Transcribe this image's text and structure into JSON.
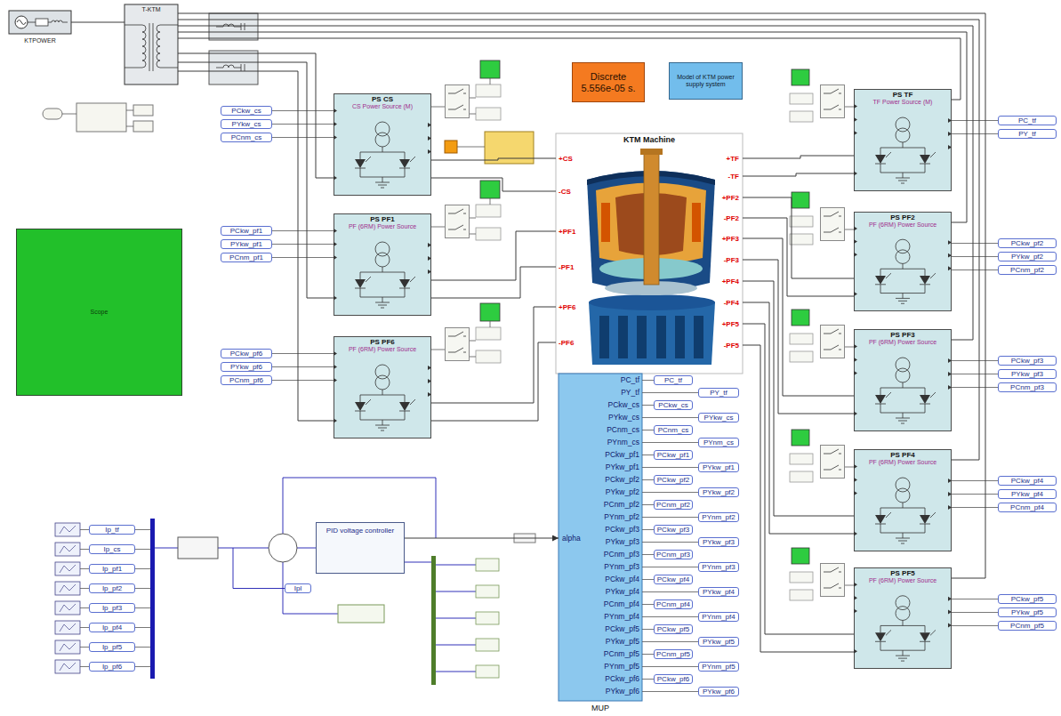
{
  "diagram": {
    "nodes": [
      {
        "text": [
          "KTPOWER"
        ]
      },
      {
        "text": [
          "T-KTM"
        ]
      },
      {
        "text": [
          "PS CS",
          "CS Power Source (M)"
        ]
      },
      {
        "text": [
          "PS PF1",
          "PF (6RM) Power Source"
        ]
      },
      {
        "text": [
          "PS PF6",
          "PF (6RM) Power Source"
        ]
      },
      {
        "text": [
          "KTM Machine"
        ]
      },
      {
        "text": [
          "PS TF",
          "TF Power Source (M)"
        ]
      },
      {
        "text": [
          "PS PF2",
          "PF (6RM) Power Source"
        ]
      },
      {
        "text": [
          "PS PF3",
          "PF (6RM) Power Source"
        ]
      },
      {
        "text": [
          "PS PF4",
          "PF (6RM) Power Source"
        ]
      },
      {
        "text": [
          "PS PF5",
          "PF (6RM) Power Source"
        ]
      },
      {
        "text": [
          "Discrete 5.556e-05 s."
        ]
      },
      {
        "text": [
          "Model of KTM power supply system"
        ]
      },
      {
        "text": [
          "Scope"
        ]
      },
      {
        "text": [
          "MUP"
        ]
      },
      {
        "text": [
          "PID voltage controller"
        ]
      }
    ],
    "edges": [
      {
        "from": 0,
        "to": 1,
        "arrow": "none"
      },
      {
        "from": 1,
        "to": 2,
        "arrow": "none"
      },
      {
        "from": 1,
        "to": 3,
        "arrow": "none"
      },
      {
        "from": 1,
        "to": 4,
        "arrow": "none"
      },
      {
        "from": 1,
        "to": 6,
        "arrow": "none"
      },
      {
        "from": 1,
        "to": 7,
        "arrow": "none"
      },
      {
        "from": 1,
        "to": 8,
        "arrow": "none"
      },
      {
        "from": 1,
        "to": 9,
        "arrow": "none"
      },
      {
        "from": 1,
        "to": 10,
        "arrow": "none"
      },
      {
        "from": 2,
        "to": 5,
        "arrow": "none"
      },
      {
        "from": 2,
        "to": 5,
        "arrow": "none"
      },
      {
        "from": 3,
        "to": 5,
        "arrow": "none"
      },
      {
        "from": 3,
        "to": 5,
        "arrow": "none"
      },
      {
        "from": 4,
        "to": 5,
        "arrow": "none"
      },
      {
        "from": 4,
        "to": 5,
        "arrow": "none"
      },
      {
        "from": 6,
        "to": 5,
        "arrow": "none"
      },
      {
        "from": 6,
        "to": 5,
        "arrow": "none"
      },
      {
        "from": 7,
        "to": 5,
        "arrow": "none"
      },
      {
        "from": 7,
        "to": 5,
        "arrow": "none"
      },
      {
        "from": 8,
        "to": 5,
        "arrow": "none"
      },
      {
        "from": 8,
        "to": 5,
        "arrow": "none"
      },
      {
        "from": 9,
        "to": 5,
        "arrow": "none"
      },
      {
        "from": 9,
        "to": 5,
        "arrow": "none"
      },
      {
        "from": 10,
        "to": 5,
        "arrow": "none"
      },
      {
        "from": 10,
        "to": 5,
        "arrow": "none"
      },
      {
        "from": 15,
        "to": 14,
        "arrow": "to"
      }
    ],
    "labels": [
      "+CS",
      "-CS",
      "+PF1",
      "-PF1",
      "+PF6",
      "-PF6",
      "+TF",
      "-TF",
      "+PF2",
      "-PF2",
      "+PF3",
      "-PF3",
      "+PF4",
      "-PF4",
      "+PF5",
      "-PF5",
      "PC_tf",
      "PY_tf",
      "PCkw_cs",
      "PYkw_cs",
      "PCnm_cs",
      "PYnm_cs",
      "PCkw_pf1",
      "PYkw_pf1",
      "PCkw_pf2",
      "PYkw_pf2",
      "PCnm_pf2",
      "PYnm_pf2",
      "PCkw_pf3",
      "PYkw_pf3",
      "PCnm_pf3",
      "PYnm_pf3",
      "PCkw_pf4",
      "PYkw_pf4",
      "PCnm_pf4",
      "PYnm_pf4",
      "PCkw_pf5",
      "PYkw_pf5",
      "PCnm_pf5",
      "PYnm_pf5",
      "PCkw_pf6",
      "PYkw_pf6",
      "alpha",
      "PC_tf",
      "PY_tf",
      "PCkw_cs",
      "PYkw_cs",
      "PCnm_cs",
      "PYnm_cs",
      "PCkw_pf1",
      "PYkw_pf1",
      "PCkw_pf2",
      "PYkw_pf2",
      "PCnm_pf2",
      "PYnm_pf2",
      "PCkw_pf3",
      "PYkw_pf3",
      "PCnm_pf3",
      "PYnm_pf3",
      "PCkw_pf4",
      "PYkw_pf4",
      "PCnm_pf4",
      "PYnm_pf4",
      "PCkw_pf5",
      "PYkw_pf5",
      "PCnm_pf5",
      "PYnm_pf5",
      "PCkw_pf6",
      "PYkw_pf6",
      "PCkw_cs",
      "PYkw_cs",
      "PCnm_cs",
      "PCkw_pf1",
      "PYkw_pf1",
      "PCnm_pf1",
      "PCkw_pf6",
      "PYkw_pf6",
      "PCnm_pf6",
      "PC_tf",
      "PY_tf",
      "PCkw_pf2",
      "PYkw_pf2",
      "PCnm_pf2",
      "PCkw_pf3",
      "PYkw_pf3",
      "PCnm_pf3",
      "PCkw_pf4",
      "PYkw_pf4",
      "PCnm_pf4",
      "PCkw_pf5",
      "PYkw_pf5",
      "PCnm_pf5",
      "Ip_tf",
      "Ip_cs",
      "Ip_pf1",
      "Ip_pf2",
      "Ip_pf3",
      "Ip_pf4",
      "Ip_pf5",
      "Ip_pf6",
      "Ipl"
    ]
  }
}
